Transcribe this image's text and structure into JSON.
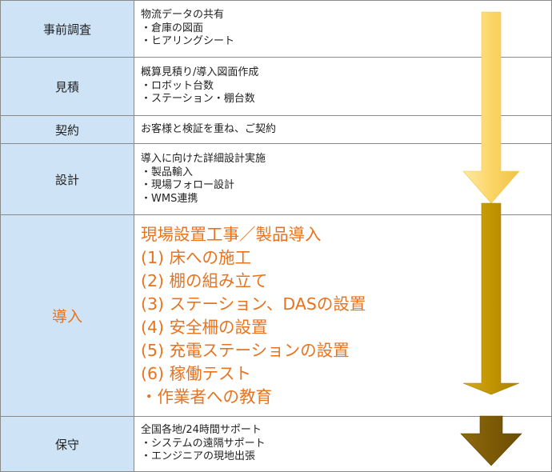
{
  "accent_color": "#e8731f",
  "label_bg_color": "#cfe3f6",
  "arrow_colors": [
    "#fbd566",
    "#c19400",
    "#7d5b06"
  ],
  "phases": [
    {
      "label": "事前調査",
      "lines": [
        "物流データの共有",
        "・倉庫の図面",
        "・ヒアリングシート"
      ]
    },
    {
      "label": "見積",
      "lines": [
        "概算見積り/導入図面作成",
        "・ロボット台数",
        "・ステーション・棚台数"
      ]
    },
    {
      "label": "契約",
      "lines": [
        "お客様と検証を重ね、ご契約"
      ]
    },
    {
      "label": "設計",
      "lines": [
        "導入に向けた詳細設計実施",
        "・製品輸入",
        "・現場フォロー設計",
        "・WMS連携"
      ]
    },
    {
      "label": "導入",
      "lines": [
        "現場設置工事／製品導入",
        "(1) 床への施工",
        "(2) 棚の組み立て",
        "(3) ステーション、DASの設置",
        "(4) 安全柵の設置",
        "(5) 充電ステーションの設置",
        "(6) 稼働テスト",
        "・作業者への教育"
      ]
    },
    {
      "label": "保守",
      "lines": [
        "全国各地/24時間サポート",
        "・システムの遠隔サポート",
        "・エンジニアの現地出張"
      ]
    }
  ]
}
